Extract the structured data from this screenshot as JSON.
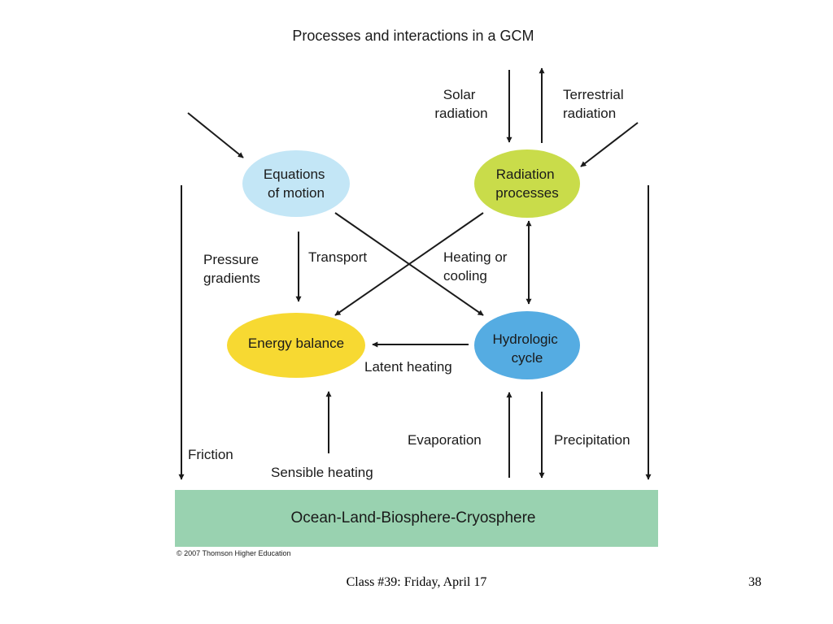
{
  "title": "Processes and interactions in a GCM",
  "nodes": {
    "equations": {
      "lines": [
        "Equations",
        "of motion"
      ],
      "color": "#c3e6f6"
    },
    "radiation": {
      "lines": [
        "Radiation",
        "processes"
      ],
      "color": "#c9dc4a"
    },
    "energy": {
      "lines": [
        "Energy balance"
      ],
      "color": "#f7d932"
    },
    "hydrologic": {
      "lines": [
        "Hydrologic",
        "cycle"
      ],
      "color": "#55ace2"
    }
  },
  "labels": {
    "solar": [
      "Solar",
      "radiation"
    ],
    "terrestrial": [
      "Terrestrial",
      "radiation"
    ],
    "pressure": [
      "Pressure",
      "gradients"
    ],
    "transport": [
      "Transport"
    ],
    "heating": [
      "Heating or",
      "cooling"
    ],
    "latent": [
      "Latent heating"
    ],
    "friction": [
      "Friction"
    ],
    "sensible": [
      "Sensible heating"
    ],
    "evaporation": [
      "Evaporation"
    ],
    "precipitation": [
      "Precipitation"
    ]
  },
  "base": {
    "label": "Ocean-Land-Biosphere-Cryosphere",
    "color": "#99d2b0"
  },
  "copyright": "© 2007 Thomson Higher Education",
  "footer": {
    "center": "Class #39: Friday, April 17",
    "page": "38"
  }
}
